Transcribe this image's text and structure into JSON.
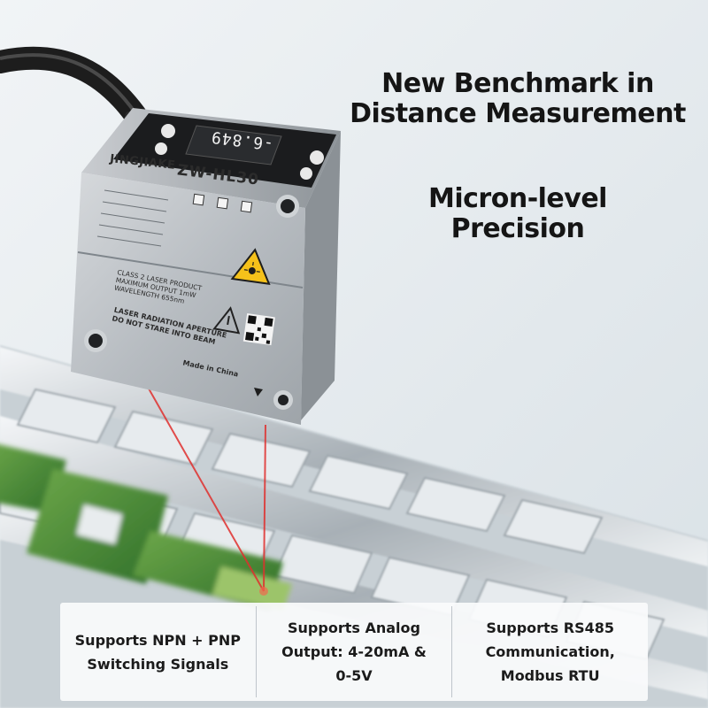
{
  "headlines": {
    "primary": [
      "New Benchmark in",
      "Distance Measurement"
    ],
    "secondary": [
      "Micron-level",
      "Precision"
    ]
  },
  "device": {
    "brand": "JINGJIAKE",
    "model": "ZW-HL30",
    "display_value": "-6.849",
    "class_text": [
      "CLASS 2 LASER PRODUCT",
      "MAXIMUM OUTPUT 1mW",
      "WAVELENGTH 655nm"
    ],
    "warning_text": [
      "LASER RADIATION APERTURE",
      "DO NOT STARE INTO BEAM"
    ],
    "made_in": "Made in China",
    "laser_color": "#e0302e",
    "body_color": "#b9bec3"
  },
  "features": [
    {
      "lines": [
        "Supports NPN + PNP",
        "Switching Signals"
      ]
    },
    {
      "lines": [
        "Supports Analog",
        "Output: 4-20mA &",
        "0-5V"
      ]
    },
    {
      "lines": [
        "Supports RS485",
        "Communication,",
        "Modbus RTU"
      ]
    }
  ],
  "icons": [
    "laser-warning-icon",
    "qr-code-icon",
    "warning-triangle-icon"
  ]
}
